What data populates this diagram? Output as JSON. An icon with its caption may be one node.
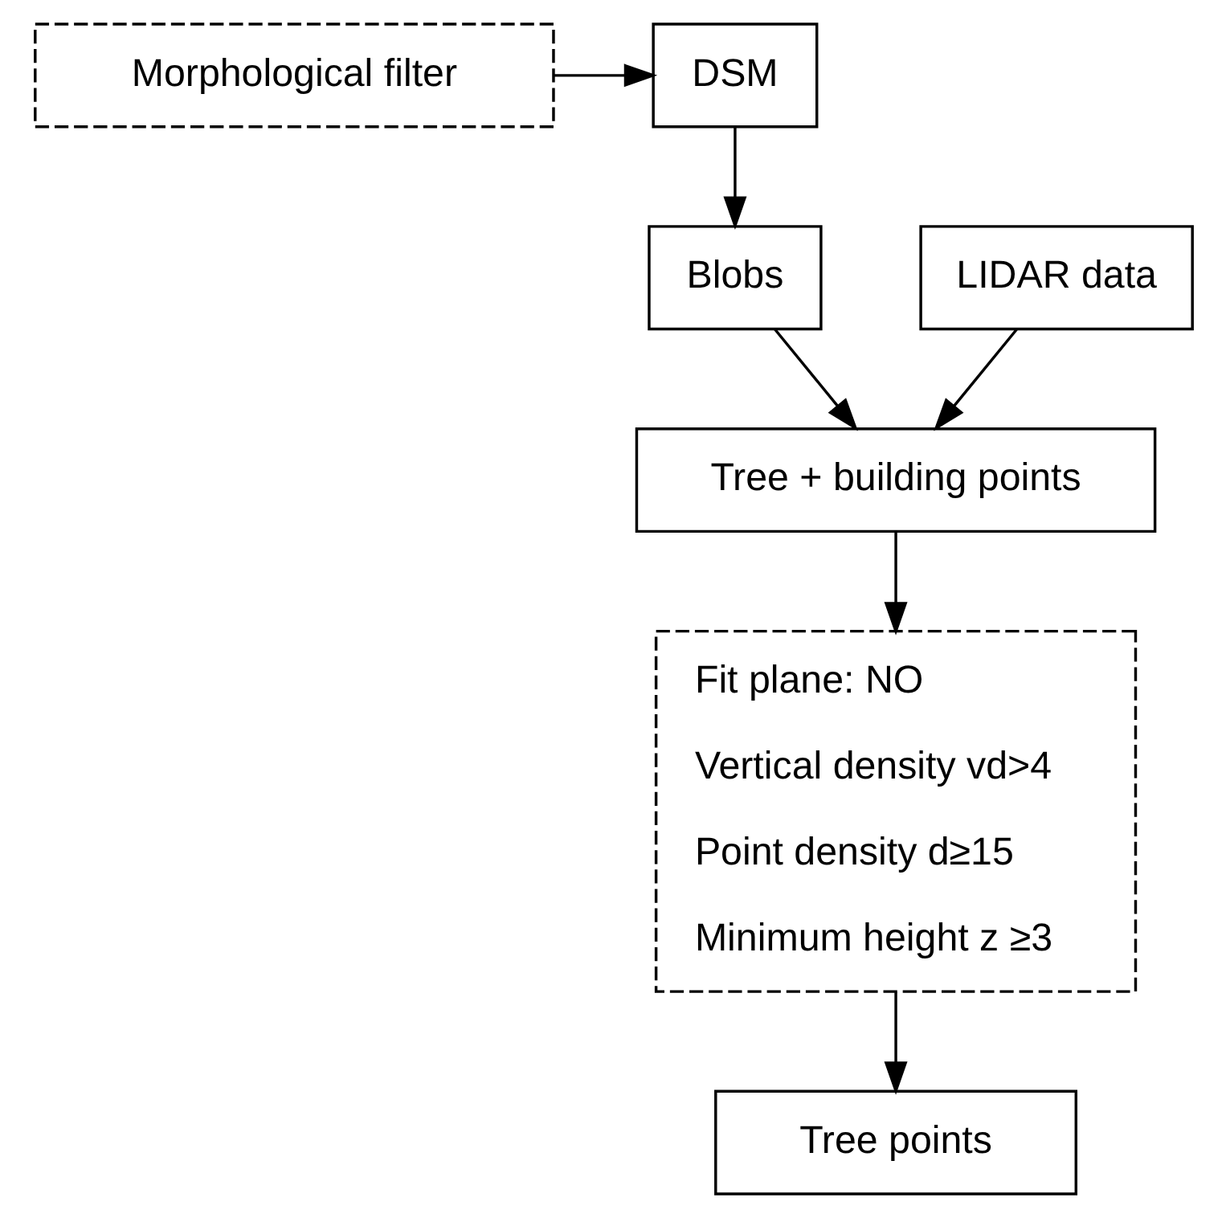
{
  "diagram": {
    "nodes": [
      {
        "text": [
          "Morphological filter"
        ]
      },
      {
        "text": [
          "DSM"
        ]
      },
      {
        "text": [
          "Blobs"
        ]
      },
      {
        "text": [
          "LIDAR data"
        ]
      },
      {
        "text": [
          "Tree + building points"
        ]
      },
      {
        "text": [
          "Fit plane: NO",
          "Vertical density vd>4",
          "Point density d≥15",
          "Minimum height z ≥3"
        ]
      },
      {
        "text": [
          "Tree points"
        ]
      }
    ],
    "edges": [
      {
        "from": 0,
        "to": 1,
        "arrow": "to"
      },
      {
        "from": 1,
        "to": 2,
        "arrow": "to"
      },
      {
        "from": 2,
        "to": 4,
        "arrow": "to"
      },
      {
        "from": 3,
        "to": 4,
        "arrow": "to"
      },
      {
        "from": 4,
        "to": 5,
        "arrow": "to"
      },
      {
        "from": 5,
        "to": 6,
        "arrow": "to"
      }
    ]
  }
}
